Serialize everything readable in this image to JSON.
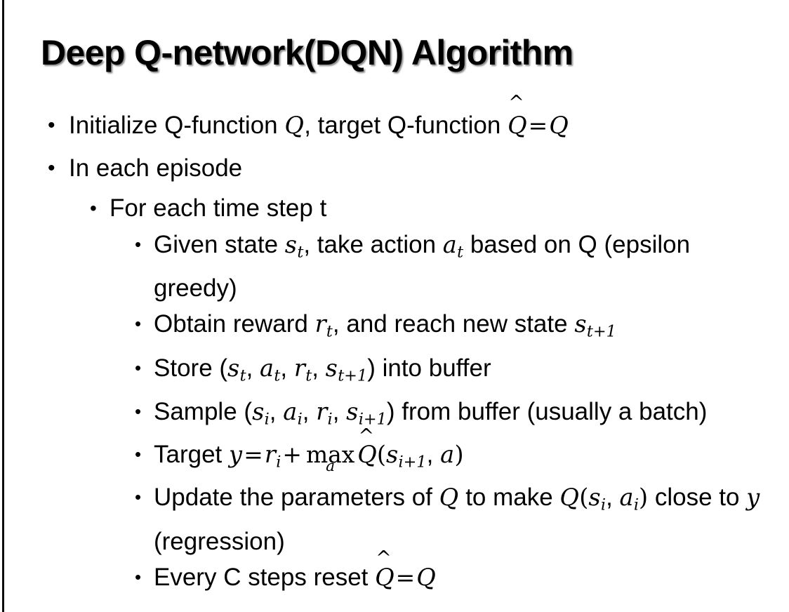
{
  "slide": {
    "title": "Deep Q-network(DQN) Algorithm",
    "background_color": "#ffffff",
    "text_color": "#000000",
    "edge_rule_color": "#0d0d0d",
    "bullet_glyph": "•"
  },
  "bullets": {
    "b1": {
      "level": 1,
      "pre": "Initialize Q-function ",
      "var_q1": "Q",
      "mid": ", target Q-function ",
      "hat_q": "Q",
      "hat_glyph": "^",
      "eq": "=",
      "var_q2": "Q"
    },
    "b2": {
      "level": 1,
      "text": "In each episode"
    },
    "b3": {
      "level": 2,
      "text": "For each time step t"
    },
    "b4": {
      "level": 3,
      "p1": "Given state ",
      "var_s": "s",
      "sub_s": "t",
      "p2": ", take action ",
      "var_a": "a",
      "sub_a": "t",
      "p3": " based on Q (epsilon greedy)"
    },
    "b5": {
      "level": 3,
      "p1": "Obtain reward ",
      "var_r": "r",
      "sub_r": "t",
      "p2": ", and reach new state ",
      "var_s": "s",
      "sub_s": "t+1"
    },
    "b6": {
      "level": 3,
      "p1": "Store (",
      "var_s1": "s",
      "sub_s1": "t",
      "c1": ", ",
      "var_a1": "a",
      "sub_a1": "t",
      "c2": ", ",
      "var_r1": "r",
      "sub_r1": "t",
      "c3": ", ",
      "var_s2": "s",
      "sub_s2": "t+1",
      "p2": ") into buffer"
    },
    "b7": {
      "level": 3,
      "p1": "Sample (",
      "var_s1": "s",
      "sub_s1": "i",
      "c1": ", ",
      "var_a1": "a",
      "sub_a1": "i",
      "c2": ", ",
      "var_r1": "r",
      "sub_r1": "i",
      "c3": ", ",
      "var_s2": "s",
      "sub_s2": "i+1",
      "p2": ") from buffer (usually a batch)"
    },
    "b8": {
      "level": 3,
      "p1": "Target ",
      "var_y": "y",
      "eq": "=",
      "var_r": "r",
      "sub_r": "i",
      "plus": "+",
      "max_op": "max",
      "max_sub": "a",
      "hat_q": "Q",
      "hat_glyph": "^",
      "paren_open": "(",
      "var_s": "s",
      "sub_s": "i+1",
      "comma": ", ",
      "var_a": "a",
      "paren_close": ")"
    },
    "b9": {
      "level": 3,
      "p1": "Update the parameters of ",
      "var_q1": "Q",
      "p2": " to make ",
      "var_q2": "Q",
      "paren_open": "(",
      "var_s": "s",
      "sub_s": "i",
      "comma": ", ",
      "var_a": "a",
      "sub_a": "i",
      "paren_close": ")",
      "p3": " close to ",
      "var_y": "y",
      "p4": " (regression)"
    },
    "b10": {
      "level": 3,
      "p1": "Every C steps reset ",
      "hat_q": "Q",
      "hat_glyph": "^",
      "eq": "=",
      "var_q": "Q"
    }
  }
}
